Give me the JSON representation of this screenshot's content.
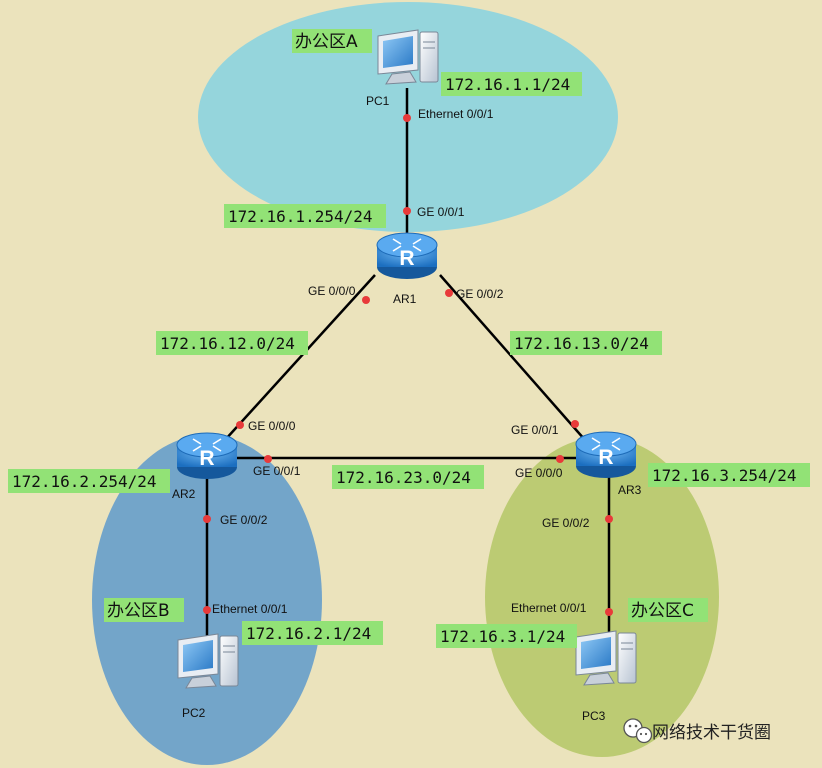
{
  "zones": {
    "a": "办公区A",
    "b": "办公区B",
    "c": "办公区C"
  },
  "devices": {
    "pc1": "PC1",
    "pc2": "PC2",
    "pc3": "PC3",
    "ar1": "AR1",
    "ar2": "AR2",
    "ar3": "AR3"
  },
  "router_glyph": "R",
  "interfaces": {
    "pc1_eth": "Ethernet 0/0/1",
    "ar1_ge001": "GE 0/0/1",
    "ar1_ge000": "GE 0/0/0",
    "ar1_ge002": "GE 0/0/2",
    "ar2_ge000": "GE 0/0/0",
    "ar2_ge001": "GE 0/0/1",
    "ar2_ge002": "GE 0/0/2",
    "pc2_eth": "Ethernet 0/0/1",
    "ar3_ge001": "GE 0/0/1",
    "ar3_ge000": "GE 0/0/0",
    "ar3_ge002": "GE 0/0/2",
    "pc3_eth": "Ethernet 0/0/1"
  },
  "addresses": {
    "pc1": "172.16.1.1/24",
    "ar1_lan": "172.16.1.254/24",
    "net12": "172.16.12.0/24",
    "net13": "172.16.13.0/24",
    "ar2_lan": "172.16.2.254/24",
    "net23": "172.16.23.0/24",
    "ar3_lan": "172.16.3.254/24",
    "pc2": "172.16.2.1/24",
    "pc3": "172.16.3.1/24"
  },
  "watermark": "网络技术干货圈",
  "colors": {
    "background": "#ebe3bc",
    "zone_a": "#95d5dc",
    "zone_b": "#73a5c9",
    "zone_c": "#bccb73",
    "ip_label": "#92e276",
    "port_dot": "#e83a3a",
    "router": "#2c83d2"
  },
  "icons": [
    "pc-icon",
    "router-icon",
    "wechat-icon"
  ]
}
